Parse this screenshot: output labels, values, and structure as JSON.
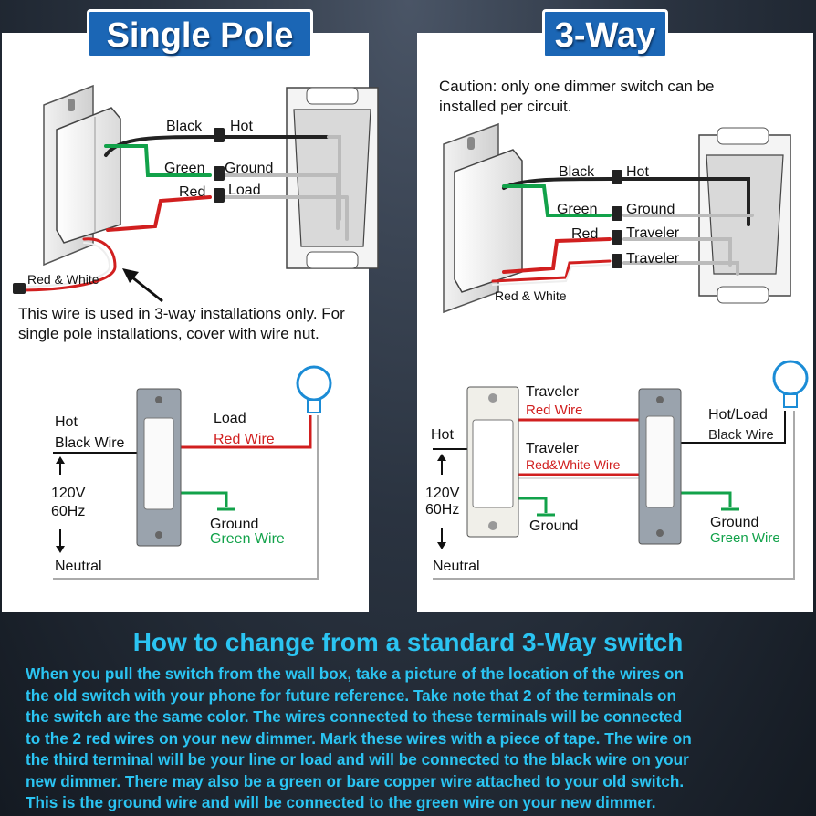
{
  "left_panel": {
    "title": "Single Pole",
    "wires": {
      "black": "Black",
      "hot": "Hot",
      "green": "Green",
      "ground": "Ground",
      "red": "Red",
      "load": "Load",
      "red_white": "Red & White"
    },
    "note_line1": "This wire is used in 3-way installations only. For",
    "note_line2": "single pole installations, cover with wire nut.",
    "schematic": {
      "hot": "Hot",
      "black_wire": "Black Wire",
      "load": "Load",
      "red_wire": "Red Wire",
      "voltage": "120V",
      "frequency": "60Hz",
      "ground": "Ground",
      "green_wire": "Green Wire",
      "neutral": "Neutral"
    }
  },
  "right_panel": {
    "title": "3-Way",
    "caution_line1": "Caution: only one dimmer switch can be",
    "caution_line2": "installed per circuit.",
    "wires": {
      "black": "Black",
      "hot": "Hot",
      "green": "Green",
      "ground": "Ground",
      "red": "Red",
      "traveler1": "Traveler",
      "traveler2": "Traveler",
      "red_white": "Red & White"
    },
    "schematic": {
      "traveler1": "Traveler",
      "red_wire": "Red Wire",
      "traveler2": "Traveler",
      "red_white_wire": "Red&White Wire",
      "hot": "Hot",
      "voltage": "120V",
      "frequency": "60Hz",
      "ground": "Ground",
      "neutral": "Neutral",
      "hot_load": "Hot/Load",
      "black_wire": "Black Wire",
      "ground2": "Ground",
      "green_wire": "Green Wire"
    }
  },
  "bottom": {
    "title": "How to change from a standard 3-Way switch",
    "lines": [
      "When you pull the switch from the wall box, take a picture of the location of the wires on",
      "the old switch with your phone for future reference. Take note that 2 of the terminals on",
      "the switch are the same color. The wires connected to these terminals will be connected",
      "to the 2 red wires on your new dimmer. Mark these wires with a piece of tape. The wire on",
      "the third terminal will be your line or load and will be connected to the black wire on your",
      "new dimmer. There may also be a green or bare copper wire attached to your old switch.",
      "This is the ground wire and will be connected to the green wire on your new dimmer."
    ]
  },
  "colors": {
    "accent": "#1b66b5",
    "cyan_text": "#2bc4f2",
    "red_wire": "#d11f1f",
    "green_wire": "#12a24a",
    "black_wire": "#222222"
  }
}
